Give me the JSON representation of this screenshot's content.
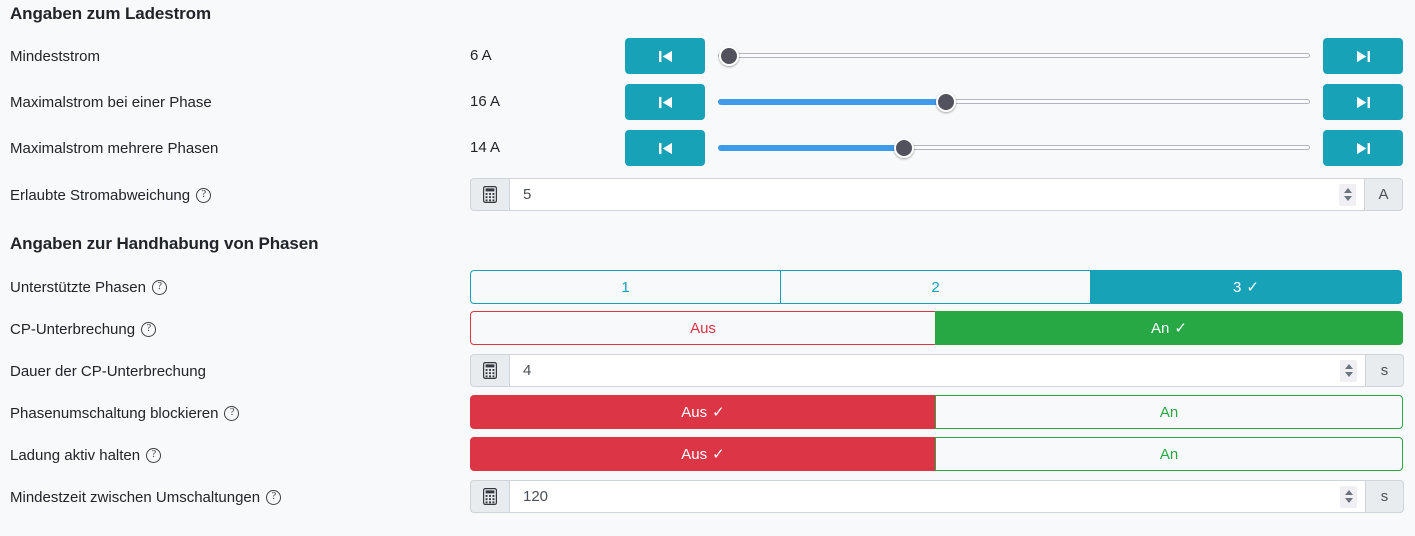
{
  "sections": [
    {
      "title": "Angaben zum Ladestrom"
    },
    {
      "title": "Angaben zur Handhabung von Phasen"
    }
  ],
  "current_rows": [
    {
      "label": "Mindeststrom",
      "value": "6 A",
      "prev_icon": "skip-start-icon",
      "next_icon": "skip-end-icon",
      "fill_percent": 0,
      "thumb_percent": 1.9
    },
    {
      "label": "Maximalstrom bei einer Phase",
      "value": "16 A",
      "prev_icon": "skip-start-icon",
      "next_icon": "skip-end-icon",
      "fill_percent": 38.5,
      "thumb_percent": 38.5
    },
    {
      "label": "Maximalstrom mehrere Phasen",
      "value": "14 A",
      "prev_icon": "skip-start-icon",
      "next_icon": "skip-end-icon",
      "fill_percent": 31.4,
      "thumb_percent": 31.4
    }
  ],
  "deviation_row": {
    "label": "Erlaubte Stromabweichung",
    "has_help": true,
    "prefix_icon": "calculator-icon",
    "value": "5",
    "unit": "A"
  },
  "phase_rows": {
    "supported_phases": {
      "label": "Unterstützte Phasen",
      "has_help": true,
      "options": [
        {
          "label": "1",
          "selected": false,
          "style": "info"
        },
        {
          "label": "2",
          "selected": false,
          "style": "info"
        },
        {
          "label": "3",
          "selected": true,
          "style": "info"
        }
      ]
    },
    "cp_interruption": {
      "label": "CP-Unterbrechung",
      "has_help": true,
      "options": [
        {
          "label": "Aus",
          "selected": false,
          "style": "danger"
        },
        {
          "label": "An",
          "selected": true,
          "style": "success"
        }
      ]
    },
    "cp_duration": {
      "label": "Dauer der CP-Unterbrechung",
      "has_help": false,
      "prefix_icon": "calculator-icon",
      "value": "4",
      "unit": "s"
    },
    "block_phase_switch": {
      "label": "Phasenumschaltung blockieren",
      "has_help": true,
      "options": [
        {
          "label": "Aus",
          "selected": true,
          "style": "danger"
        },
        {
          "label": "An",
          "selected": false,
          "style": "success"
        }
      ]
    },
    "keep_charging_active": {
      "label": "Ladung aktiv halten",
      "has_help": true,
      "options": [
        {
          "label": "Aus",
          "selected": true,
          "style": "danger"
        },
        {
          "label": "An",
          "selected": false,
          "style": "success"
        }
      ]
    },
    "min_time_between_switches": {
      "label": "Mindestzeit zwischen Umschaltungen",
      "has_help": true,
      "prefix_icon": "calculator-icon",
      "value": "120",
      "unit": "s"
    }
  },
  "icons": {
    "help": "?",
    "check": "✓"
  },
  "colors": {
    "teal": "#17a2b8",
    "red": "#dc3545",
    "green": "#28a745",
    "slider_fill": "#3d9be9",
    "slider_thumb": "#52525e",
    "background": "#f8f9fa"
  }
}
